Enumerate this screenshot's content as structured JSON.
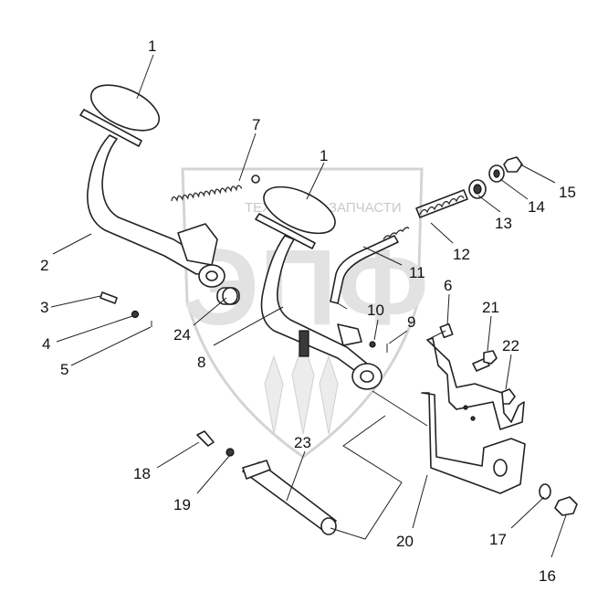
{
  "watermark": {
    "top_text": "ТЕХНИКА",
    "right_text": "ЗАПЧАСТИ",
    "big_letters": "ЭПФ"
  },
  "callouts": [
    {
      "id": "c1a",
      "text": "1"
    },
    {
      "id": "c1b",
      "text": "1"
    },
    {
      "id": "c2",
      "text": "2"
    },
    {
      "id": "c3",
      "text": "3"
    },
    {
      "id": "c4",
      "text": "4"
    },
    {
      "id": "c5",
      "text": "5"
    },
    {
      "id": "c6",
      "text": "6"
    },
    {
      "id": "c7",
      "text": "7"
    },
    {
      "id": "c8",
      "text": "8"
    },
    {
      "id": "c9",
      "text": "9"
    },
    {
      "id": "c10",
      "text": "10"
    },
    {
      "id": "c11",
      "text": "11"
    },
    {
      "id": "c12",
      "text": "12"
    },
    {
      "id": "c13",
      "text": "13"
    },
    {
      "id": "c14",
      "text": "14"
    },
    {
      "id": "c15",
      "text": "15"
    },
    {
      "id": "c16",
      "text": "16"
    },
    {
      "id": "c17",
      "text": "17"
    },
    {
      "id": "c18",
      "text": "18"
    },
    {
      "id": "c19",
      "text": "19"
    },
    {
      "id": "c20",
      "text": "20"
    },
    {
      "id": "c21",
      "text": "21"
    },
    {
      "id": "c22",
      "text": "22"
    },
    {
      "id": "c23",
      "text": "23"
    },
    {
      "id": "c24",
      "text": "24"
    }
  ]
}
